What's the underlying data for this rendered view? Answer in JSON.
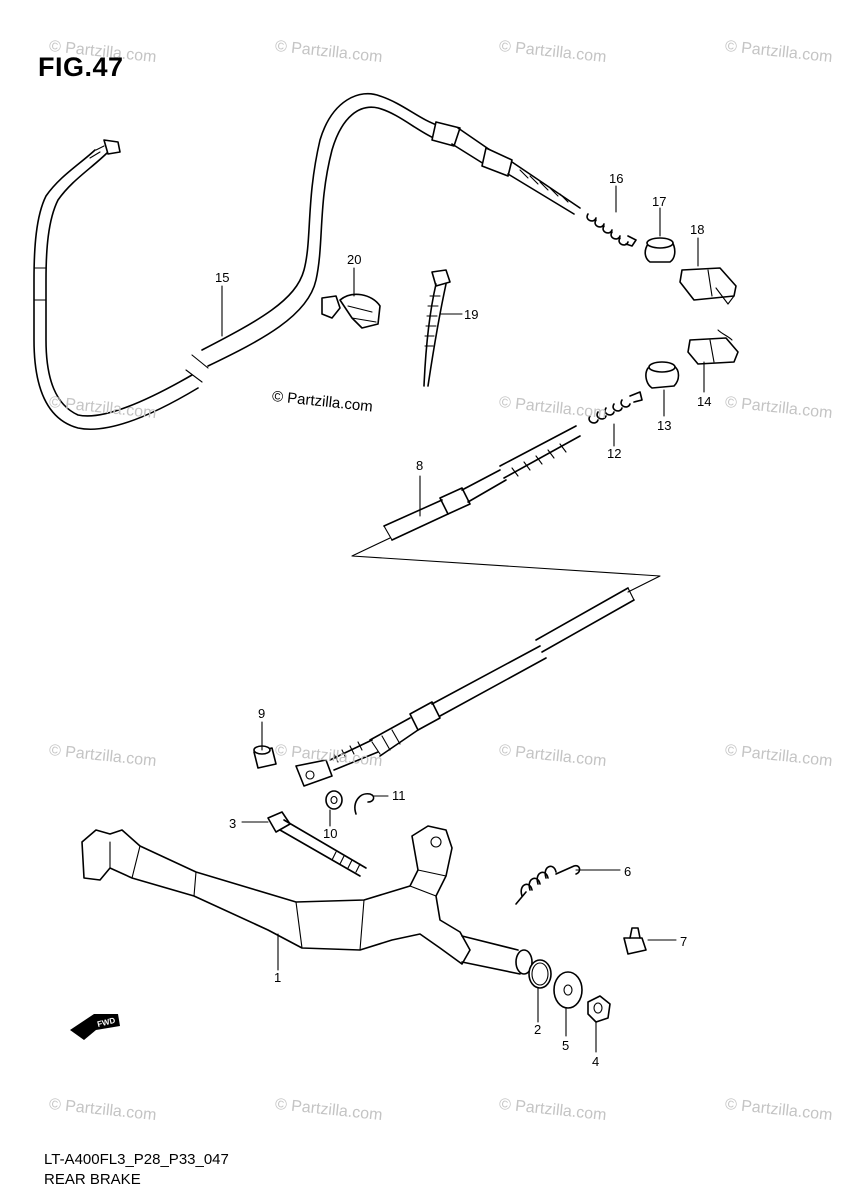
{
  "figure": {
    "title": "FIG.47",
    "model_code": "LT-A400FL3_P28_P33_047",
    "section_name": "REAR BRAKE",
    "copyright": "© Partzilla.com",
    "watermark": "© Partzilla.com",
    "fwd_label": "FWD"
  },
  "callouts": [
    {
      "id": "1",
      "label": "1"
    },
    {
      "id": "2",
      "label": "2"
    },
    {
      "id": "3",
      "label": "3"
    },
    {
      "id": "4",
      "label": "4"
    },
    {
      "id": "5",
      "label": "5"
    },
    {
      "id": "6",
      "label": "6"
    },
    {
      "id": "7",
      "label": "7"
    },
    {
      "id": "8",
      "label": "8"
    },
    {
      "id": "9",
      "label": "9"
    },
    {
      "id": "10",
      "label": "10"
    },
    {
      "id": "11",
      "label": "11"
    },
    {
      "id": "12",
      "label": "12"
    },
    {
      "id": "13",
      "label": "13"
    },
    {
      "id": "14",
      "label": "14"
    },
    {
      "id": "15",
      "label": "15"
    },
    {
      "id": "16",
      "label": "16"
    },
    {
      "id": "17",
      "label": "17"
    },
    {
      "id": "18",
      "label": "18"
    },
    {
      "id": "19",
      "label": "19"
    },
    {
      "id": "20",
      "label": "20"
    }
  ]
}
